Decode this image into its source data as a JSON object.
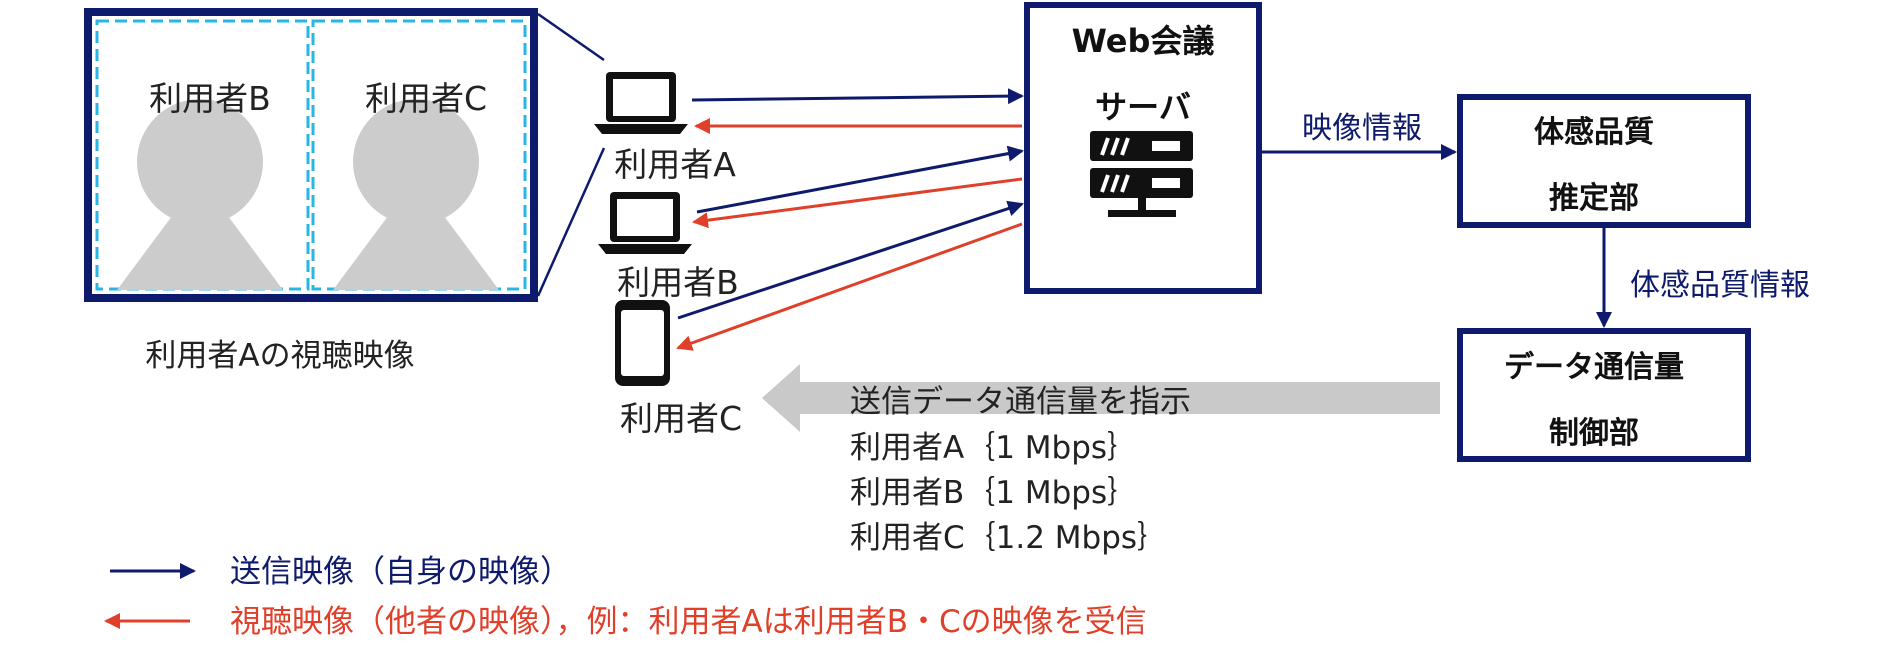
{
  "colors": {
    "navy": "#0e1a6b",
    "red": "#e0402a",
    "cyan": "#29b6e6",
    "gray": "#c9c9c9",
    "silhouette": "#cccccc",
    "text": "#222222"
  },
  "screen": {
    "tile_b_label": "利用者B",
    "tile_c_label": "利用者C",
    "caption": "利用者Aの視聴映像"
  },
  "devices": {
    "user_a": "利用者A",
    "user_b": "利用者B",
    "user_c": "利用者C",
    "icons": [
      "laptop-icon",
      "laptop-icon",
      "smartphone-icon"
    ]
  },
  "server": {
    "title": "Web会議",
    "subtitle": "サーバ"
  },
  "estimator": {
    "line1": "体感品質",
    "line2": "推定部"
  },
  "controller": {
    "line1": "データ通信量",
    "line2": "制御部"
  },
  "flows": {
    "video_info": "映像情報",
    "quality_info": "体感品質情報"
  },
  "instruction": {
    "title": "送信データ通信量を指示",
    "rows": [
      "利用者A｛1 Mbps｝",
      "利用者B｛1 Mbps｝",
      "利用者C｛1.2 Mbps｝"
    ]
  },
  "legend": {
    "send": "送信映像（自身の映像）",
    "receive": "視聴映像（他者の映像），例：利用者Aは利用者B・Cの映像を受信"
  }
}
